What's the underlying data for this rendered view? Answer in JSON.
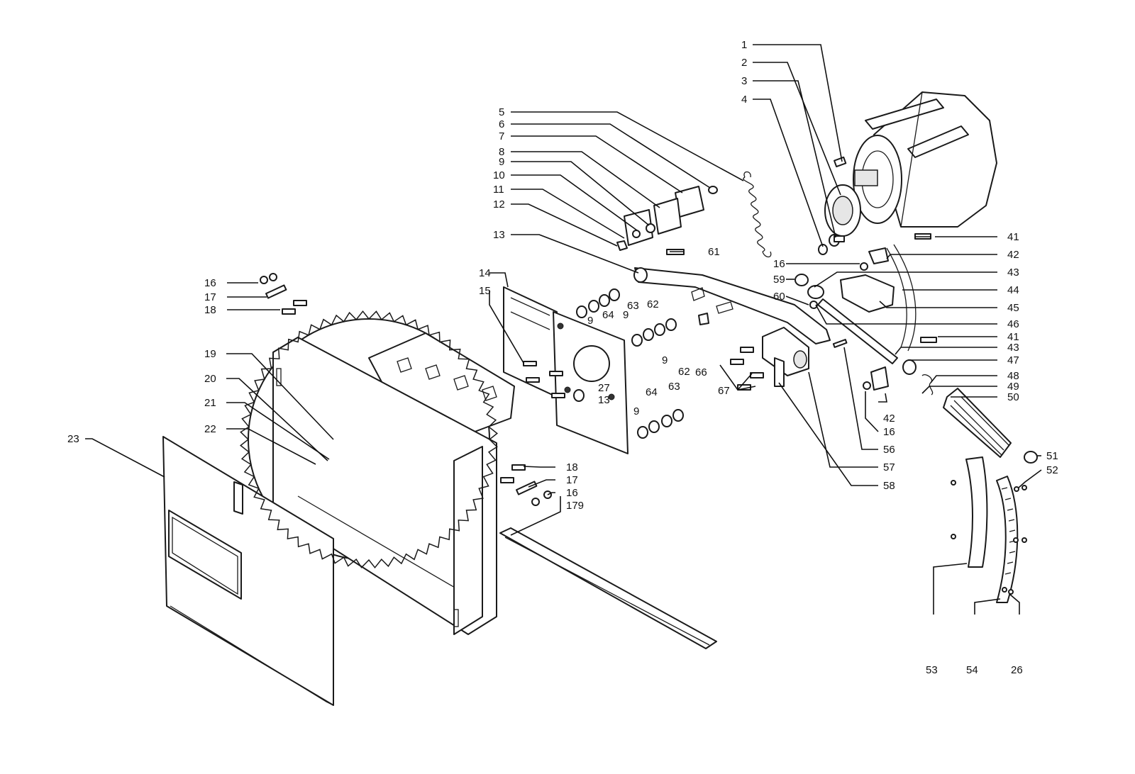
{
  "labels": {
    "l1": "1",
    "l2": "2",
    "l3": "3",
    "l4": "4",
    "l5": "5",
    "l6": "6",
    "l7": "7",
    "l8": "8",
    "l9": "9",
    "l10": "10",
    "l11": "11",
    "l12": "12",
    "l13": "13",
    "l14": "14",
    "l15": "15",
    "l16": "16",
    "l17": "17",
    "l18": "18",
    "l19": "19",
    "l20": "20",
    "l21": "21",
    "l22": "22",
    "l23": "23",
    "l26": "26",
    "l27": "27",
    "l41": "41",
    "l42": "42",
    "l43": "43",
    "l44": "44",
    "l45": "45",
    "l46": "46",
    "l47": "47",
    "l48": "48",
    "l49": "49",
    "l50": "50",
    "l51": "51",
    "l52": "52",
    "l53": "53",
    "l54": "54",
    "l56": "56",
    "l57": "57",
    "l58": "58",
    "l59": "59",
    "l60": "60",
    "l61": "61",
    "l62": "62",
    "l63": "63",
    "l64": "64",
    "l66": "66",
    "l67": "67",
    "l179": "179"
  },
  "colors": {
    "line": "#1a1a1a",
    "background": "#ffffff"
  }
}
